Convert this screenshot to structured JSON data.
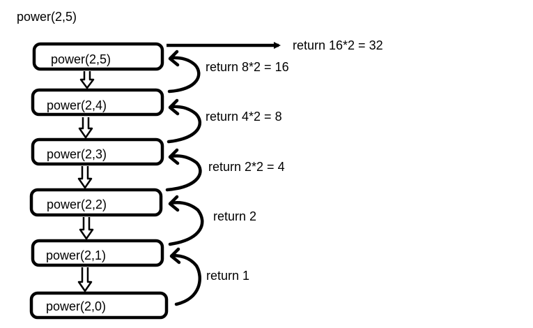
{
  "title": "power(2,5)",
  "calls": [
    "power(2,5)",
    "power(2,4)",
    "power(2,3)",
    "power(2,2)",
    "power(2,1)",
    "power(2,0)"
  ],
  "returns": [
    "return 16*2 = 32",
    "return 8*2 = 16",
    "return 4*2 = 8",
    "return 2*2 = 4",
    "return 2",
    "return 1"
  ],
  "colors": {
    "ink": "#000000",
    "background": "#ffffff"
  }
}
